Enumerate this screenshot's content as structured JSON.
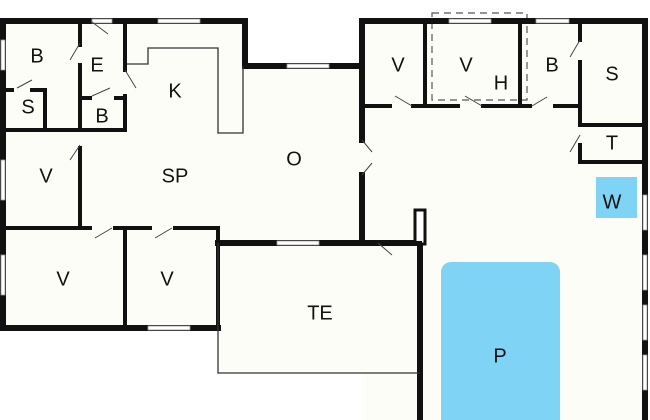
{
  "rooms": {
    "bedroom_1": "B",
    "entrance": "E",
    "shower": "S",
    "bathroom_1": "B",
    "kitchen": "K",
    "dining": "SP",
    "living": "O",
    "room_v1": "V",
    "room_v2": "V",
    "room_v3": "V",
    "room_v4": "V",
    "room_v5": "V",
    "hallway": "H",
    "bathroom_2": "B",
    "sauna": "S",
    "toilet": "T",
    "whirlpool": "W",
    "terrace": "TE",
    "pool": "P"
  },
  "colors": {
    "water": "#7fd3f5",
    "wall": "#111111",
    "floor": "#fdfdf8"
  }
}
